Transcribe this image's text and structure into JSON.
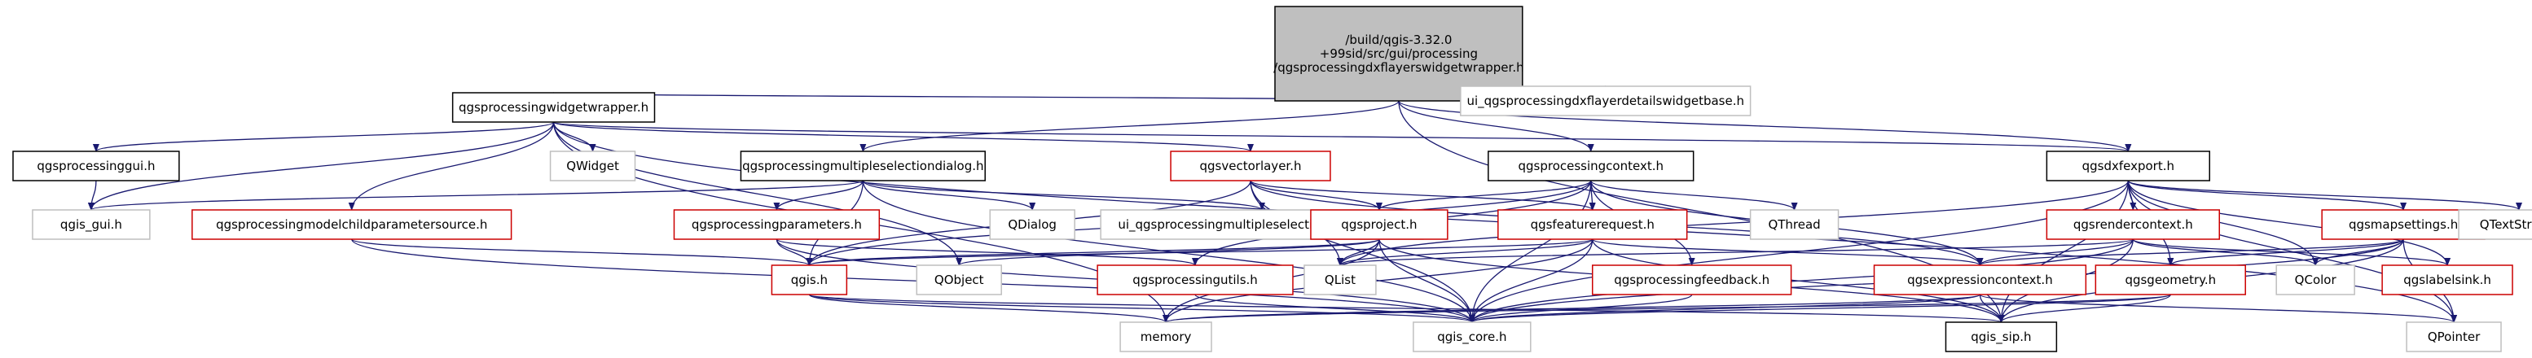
{
  "colors": {
    "black": "#000000",
    "red": "#cc0000",
    "gray": "#bfbfbf",
    "edge": "#191970",
    "root_fill": "#bfbfbf",
    "fill": "#ffffff"
  },
  "nodes": [
    {
      "id": "root",
      "lines": [
        "/build/qgis-3.32.0",
        "+99sid/src/gui/processing",
        "/qgsprocessingdxflayerswidgetwrapper.h"
      ],
      "border": "root"
    },
    {
      "id": "widgetwrapper",
      "lines": [
        "qgsprocessingwidgetwrapper.h"
      ],
      "border": "black"
    },
    {
      "id": "ui_dxf",
      "lines": [
        "ui_qgsprocessingdxflayerdetailswidgetbase.h"
      ],
      "border": "gray"
    },
    {
      "id": "gui",
      "lines": [
        "qgsprocessinggui.h"
      ],
      "border": "black"
    },
    {
      "id": "qwidget",
      "lines": [
        "QWidget"
      ],
      "border": "gray"
    },
    {
      "id": "multiselect",
      "lines": [
        "qgsprocessingmultipleselectiondialog.h"
      ],
      "border": "black"
    },
    {
      "id": "vectorlayer",
      "lines": [
        "qgsvectorlayer.h"
      ],
      "border": "red"
    },
    {
      "id": "context",
      "lines": [
        "qgsprocessingcontext.h"
      ],
      "border": "black"
    },
    {
      "id": "dxfexport",
      "lines": [
        "qgsdxfexport.h"
      ],
      "border": "black"
    },
    {
      "id": "qgis_gui",
      "lines": [
        "qgis_gui.h"
      ],
      "border": "gray"
    },
    {
      "id": "modelchild",
      "lines": [
        "qgsprocessingmodelchildparametersource.h"
      ],
      "border": "red"
    },
    {
      "id": "parameters",
      "lines": [
        "qgsprocessingparameters.h"
      ],
      "border": "red"
    },
    {
      "id": "qdialog",
      "lines": [
        "QDialog"
      ],
      "border": "gray"
    },
    {
      "id": "ui_multi",
      "lines": [
        "ui_qgsprocessingmultipleselectiondialogbase.h"
      ],
      "border": "gray"
    },
    {
      "id": "project",
      "lines": [
        "qgsproject.h"
      ],
      "border": "red"
    },
    {
      "id": "featurerequest",
      "lines": [
        "qgsfeaturerequest.h"
      ],
      "border": "red"
    },
    {
      "id": "qthread",
      "lines": [
        "QThread"
      ],
      "border": "gray"
    },
    {
      "id": "rendercontext",
      "lines": [
        "qgsrendercontext.h"
      ],
      "border": "red"
    },
    {
      "id": "mapsettings",
      "lines": [
        "qgsmapsettings.h"
      ],
      "border": "red"
    },
    {
      "id": "qtextstream",
      "lines": [
        "QTextStream"
      ],
      "border": "gray"
    },
    {
      "id": "qgis",
      "lines": [
        "qgis.h"
      ],
      "border": "red"
    },
    {
      "id": "qobject",
      "lines": [
        "QObject"
      ],
      "border": "gray"
    },
    {
      "id": "utils",
      "lines": [
        "qgsprocessingutils.h"
      ],
      "border": "red"
    },
    {
      "id": "qlist",
      "lines": [
        "QList"
      ],
      "border": "gray"
    },
    {
      "id": "feedback",
      "lines": [
        "qgsprocessingfeedback.h"
      ],
      "border": "red"
    },
    {
      "id": "exprcontext",
      "lines": [
        "qgsexpressioncontext.h"
      ],
      "border": "red"
    },
    {
      "id": "geometry",
      "lines": [
        "qgsgeometry.h"
      ],
      "border": "red"
    },
    {
      "id": "labelsink",
      "lines": [
        "qgslabelsink.h"
      ],
      "border": "red"
    },
    {
      "id": "qcolor",
      "lines": [
        "QColor"
      ],
      "border": "gray"
    },
    {
      "id": "memory",
      "lines": [
        "memory"
      ],
      "border": "gray"
    },
    {
      "id": "qgis_core",
      "lines": [
        "qgis_core.h"
      ],
      "border": "gray"
    },
    {
      "id": "qgis_sip",
      "lines": [
        "qgis_sip.h"
      ],
      "border": "black"
    },
    {
      "id": "qpointer",
      "lines": [
        "QPointer"
      ],
      "border": "gray"
    }
  ]
}
